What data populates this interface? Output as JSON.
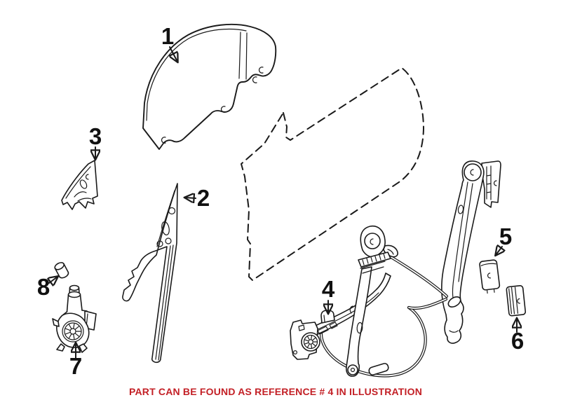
{
  "caption": {
    "text": "PART CAN BE FOUND AS REFERENCE # 4 IN ILLUSTRATION",
    "color": "#c32026"
  },
  "diagram": {
    "stroke": "#1a1a1a",
    "callouts": [
      {
        "ref": "1"
      },
      {
        "ref": "2"
      },
      {
        "ref": "3"
      },
      {
        "ref": "4"
      },
      {
        "ref": "5"
      },
      {
        "ref": "6"
      },
      {
        "ref": "7"
      },
      {
        "ref": "8"
      }
    ]
  }
}
